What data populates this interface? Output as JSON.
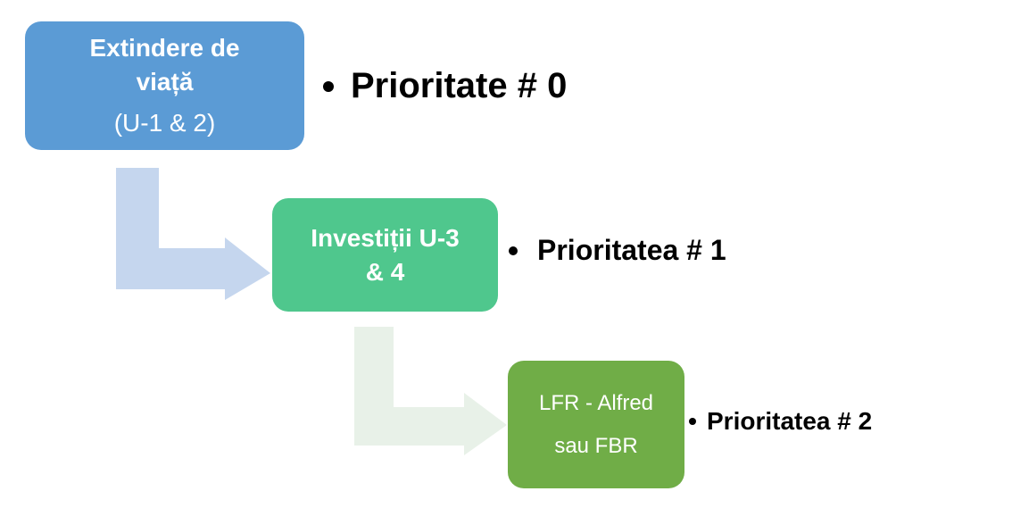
{
  "diagram": {
    "nodes": [
      {
        "lines": [
          "Extindere de",
          "viață",
          "(U-1 & 2)"
        ],
        "color": "#5b9bd5",
        "priority": "Prioritate # 0"
      },
      {
        "lines": [
          "Investiții U-3",
          "& 4"
        ],
        "color": "#4fc78d",
        "priority": "Prioritatea # 1"
      },
      {
        "lines": [
          "LFR - Alfred",
          "sau FBR"
        ],
        "color": "#70ad47",
        "priority": "Prioritatea # 2"
      }
    ],
    "connectors": [
      {
        "from": 0,
        "to": 1,
        "color": "#c5d6ee"
      },
      {
        "from": 1,
        "to": 2,
        "color": "#e8f1e8"
      }
    ]
  }
}
